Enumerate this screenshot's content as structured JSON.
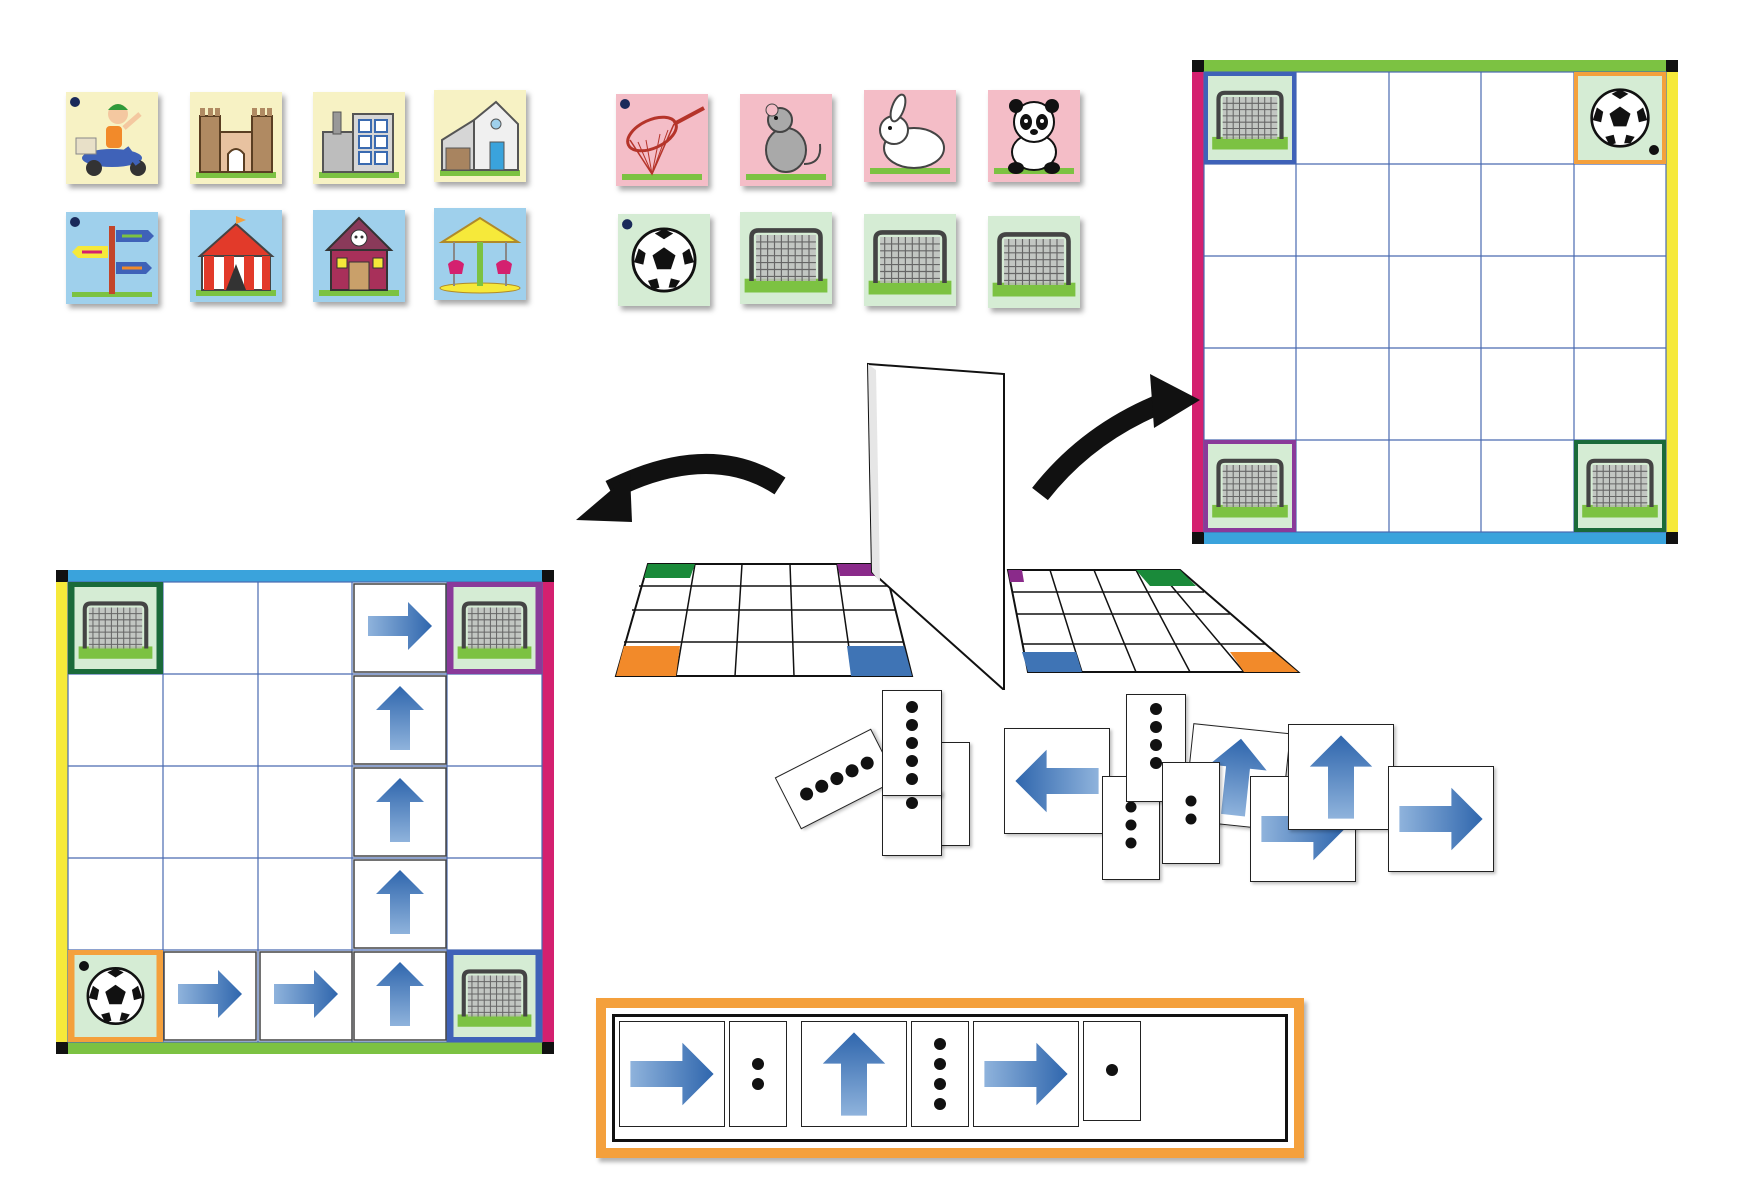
{
  "colors": {
    "yellow_tile": "#f7f2c4",
    "blue_tile": "#9fd0ec",
    "pink_tile": "#f4bdc7",
    "green_tile": "#d5ecd4",
    "arrow_blue": "#3f74b5",
    "frame_blue": "#3aa3dc",
    "frame_green": "#7cc242",
    "frame_magenta": "#d4206f",
    "frame_yellow": "#f6e93a",
    "frame_orange": "#f4a03c",
    "grid_line": "#4a6ab0"
  },
  "tiles_left": [
    {
      "icon": "scooter-rider-icon",
      "bg": "yellow",
      "marker": true
    },
    {
      "icon": "castle-icon",
      "bg": "yellow",
      "marker": false
    },
    {
      "icon": "factory-icon",
      "bg": "yellow",
      "marker": false
    },
    {
      "icon": "house-icon",
      "bg": "yellow",
      "marker": false
    },
    {
      "icon": "signpost-icon",
      "bg": "blue",
      "marker": true
    },
    {
      "icon": "circus-tent-icon",
      "bg": "blue",
      "marker": false
    },
    {
      "icon": "haunted-house-icon",
      "bg": "blue",
      "marker": false
    },
    {
      "icon": "carousel-icon",
      "bg": "blue",
      "marker": false
    }
  ],
  "tiles_right": [
    {
      "icon": "butterfly-net-icon",
      "bg": "pink",
      "marker": true
    },
    {
      "icon": "mouse-icon",
      "bg": "pink",
      "marker": false
    },
    {
      "icon": "rabbit-icon",
      "bg": "pink",
      "marker": false
    },
    {
      "icon": "panda-icon",
      "bg": "pink",
      "marker": false
    },
    {
      "icon": "soccer-ball-icon",
      "bg": "green",
      "marker": true
    },
    {
      "icon": "soccer-goal-icon",
      "bg": "green",
      "marker": false
    },
    {
      "icon": "soccer-goal-icon",
      "bg": "green",
      "marker": false
    },
    {
      "icon": "soccer-goal-icon",
      "bg": "green",
      "marker": false
    }
  ],
  "boards": {
    "left": {
      "rows": 5,
      "cols": 5,
      "corners": [
        "goal",
        "goal",
        "ball",
        "goal"
      ]
    },
    "right": {
      "rows": 5,
      "cols": 5,
      "corners": [
        "goal",
        "ball",
        "goal",
        "goal"
      ]
    }
  },
  "sequence_strip": [
    {
      "type": "arrow",
      "dir": "right"
    },
    {
      "type": "dots",
      "count": 2
    },
    {
      "type": "arrow",
      "dir": "up"
    },
    {
      "type": "dots",
      "count": 4
    },
    {
      "type": "arrow",
      "dir": "right"
    },
    {
      "type": "dots",
      "count": 1
    }
  ]
}
